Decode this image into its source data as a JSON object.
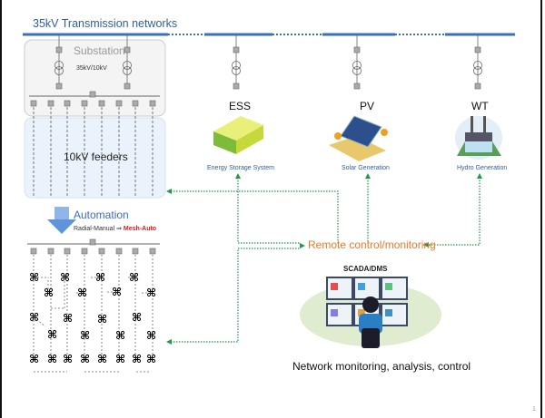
{
  "title": "35kV Transmission networks",
  "substation": {
    "label": "Substation",
    "ratio": "35kV/10kV"
  },
  "feeders": {
    "label": "10kV feeders"
  },
  "automation": {
    "label": "Automation",
    "from": "Radial-Manual",
    "arrow": "⇒",
    "to": "Mesh-Auto"
  },
  "sources": [
    {
      "tag": "ESS",
      "caption": "Energy Storage System",
      "icon": "battery-storage-icon"
    },
    {
      "tag": "PV",
      "caption": "Solar Generation",
      "icon": "solar-panel-icon"
    },
    {
      "tag": "WT",
      "caption": "Hydro Generation",
      "icon": "hydro-plant-icon"
    }
  ],
  "remote": {
    "label": "Remote control/monitoring"
  },
  "scada": {
    "label": "SCADA/DMS",
    "caption": "Network monitoring, analysis, control"
  },
  "page_number": "1",
  "colors": {
    "bus": "#3a70b8",
    "title": "#2f5f9e",
    "remote": "#e87a2a",
    "link": "#1e9a4a",
    "mesh_auto": "#d02020"
  }
}
